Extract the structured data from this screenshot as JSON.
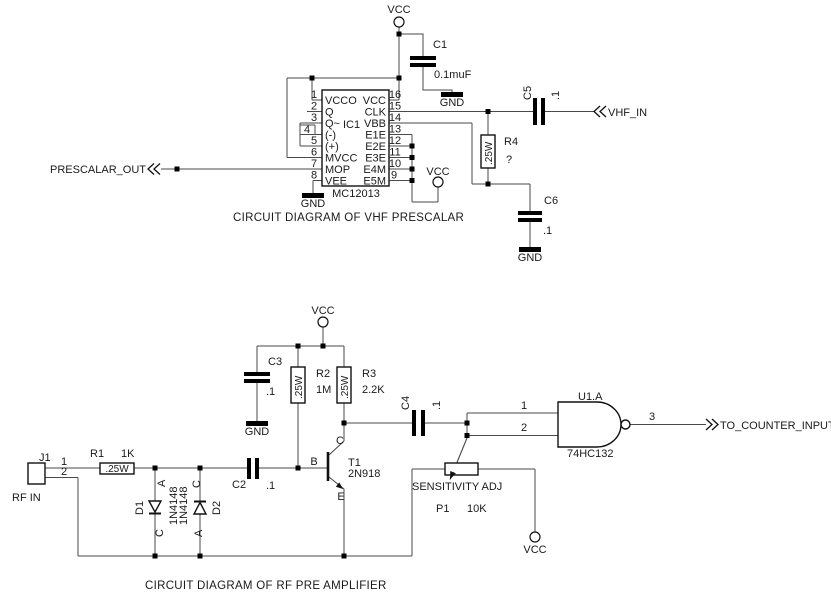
{
  "nets": {
    "vcc": "VCC",
    "gnd": "GND"
  },
  "prescaler": {
    "caption": "CIRCUIT DIAGRAM OF VHF PRESCALAR",
    "ports": {
      "out": "PRESCALAR_OUT",
      "vhf_in": "VHF_IN"
    },
    "ic1": {
      "ref": "IC1",
      "part": "MC12013",
      "left_pins": [
        {
          "num": "1",
          "name": "VCCO"
        },
        {
          "num": "2",
          "name": "Q"
        },
        {
          "num": "3",
          "name": "Q~"
        },
        {
          "num": "4",
          "name": "(-)"
        },
        {
          "num": "5",
          "name": "(+)"
        },
        {
          "num": "6",
          "name": "MVCC"
        },
        {
          "num": "7",
          "name": "MOP"
        },
        {
          "num": "8",
          "name": "VEE"
        }
      ],
      "right_pins": [
        {
          "num": "16",
          "name": "VCC"
        },
        {
          "num": "15",
          "name": "CLK"
        },
        {
          "num": "14",
          "name": "VBB"
        },
        {
          "num": "13",
          "name": "E1E"
        },
        {
          "num": "12",
          "name": "E2E"
        },
        {
          "num": "11",
          "name": "E3E"
        },
        {
          "num": "10",
          "name": "E4M"
        },
        {
          "num": "9",
          "name": "E5M"
        }
      ]
    },
    "c1": {
      "ref": "C1",
      "value": "0.1muF"
    },
    "c5": {
      "ref": "C5",
      "value": ".1"
    },
    "c6": {
      "ref": "C6",
      "value": ".1"
    },
    "r4": {
      "ref": "R4",
      "value": "?",
      "rating": ".25W"
    }
  },
  "preamp": {
    "caption": "CIRCUIT DIAGRAM OF RF PRE AMPLIFIER",
    "port_out": "TO_COUNTER_INPUT",
    "j1": {
      "ref": "J1",
      "label": "RF IN",
      "pin1": "1",
      "pin2": "2"
    },
    "r1": {
      "ref": "R1",
      "value": "1K",
      "rating": ".25W"
    },
    "r2": {
      "ref": "R2",
      "value": "1M",
      "rating": ".25W"
    },
    "r3": {
      "ref": "R3",
      "value": "2.2K",
      "rating": ".25W"
    },
    "c2": {
      "ref": "C2",
      "value": ".1"
    },
    "c3": {
      "ref": "C3",
      "value": ".1"
    },
    "c4": {
      "ref": "C4",
      "value": ".1"
    },
    "d1": {
      "ref": "D1",
      "part": "1N4148",
      "anode": "A",
      "cathode": "C"
    },
    "d2": {
      "ref": "D2",
      "part": "1N4148",
      "anode": "A",
      "cathode": "C"
    },
    "t1": {
      "ref": "T1",
      "part": "2N918",
      "c": "C",
      "b": "B",
      "e": "E"
    },
    "p1": {
      "ref": "P1",
      "value": "10K",
      "label": "SENSITIVITY ADJ"
    },
    "u1": {
      "ref": "U1.A",
      "part": "74HC132",
      "in1": "1",
      "in2": "2",
      "out": "3"
    }
  }
}
